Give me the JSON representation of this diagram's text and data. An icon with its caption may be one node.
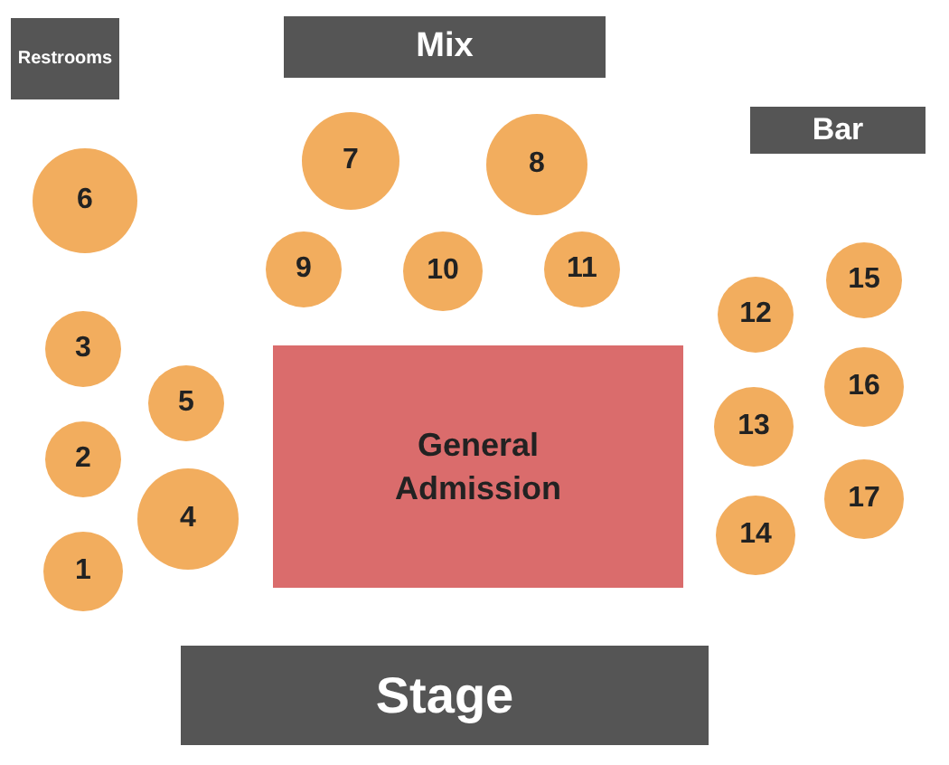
{
  "diagram": {
    "nodes": [
      {
        "text": [
          "Restrooms"
        ]
      },
      {
        "text": [
          "Mix"
        ]
      },
      {
        "text": [
          "Bar"
        ]
      },
      {
        "text": [
          "7"
        ]
      },
      {
        "text": [
          "8"
        ]
      },
      {
        "text": [
          "6"
        ]
      },
      {
        "text": [
          "9"
        ]
      },
      {
        "text": [
          "10"
        ]
      },
      {
        "text": [
          "11"
        ]
      },
      {
        "text": [
          "15"
        ]
      },
      {
        "text": [
          "12"
        ]
      },
      {
        "text": [
          "3"
        ]
      },
      {
        "text": [
          "General Admission"
        ]
      },
      {
        "text": [
          "5"
        ]
      },
      {
        "text": [
          "16"
        ]
      },
      {
        "text": [
          "13"
        ]
      },
      {
        "text": [
          "2"
        ]
      },
      {
        "text": [
          "17"
        ]
      },
      {
        "text": [
          "4"
        ]
      },
      {
        "text": [
          "14"
        ]
      },
      {
        "text": [
          "1"
        ]
      },
      {
        "text": [
          "Stage"
        ]
      }
    ]
  }
}
